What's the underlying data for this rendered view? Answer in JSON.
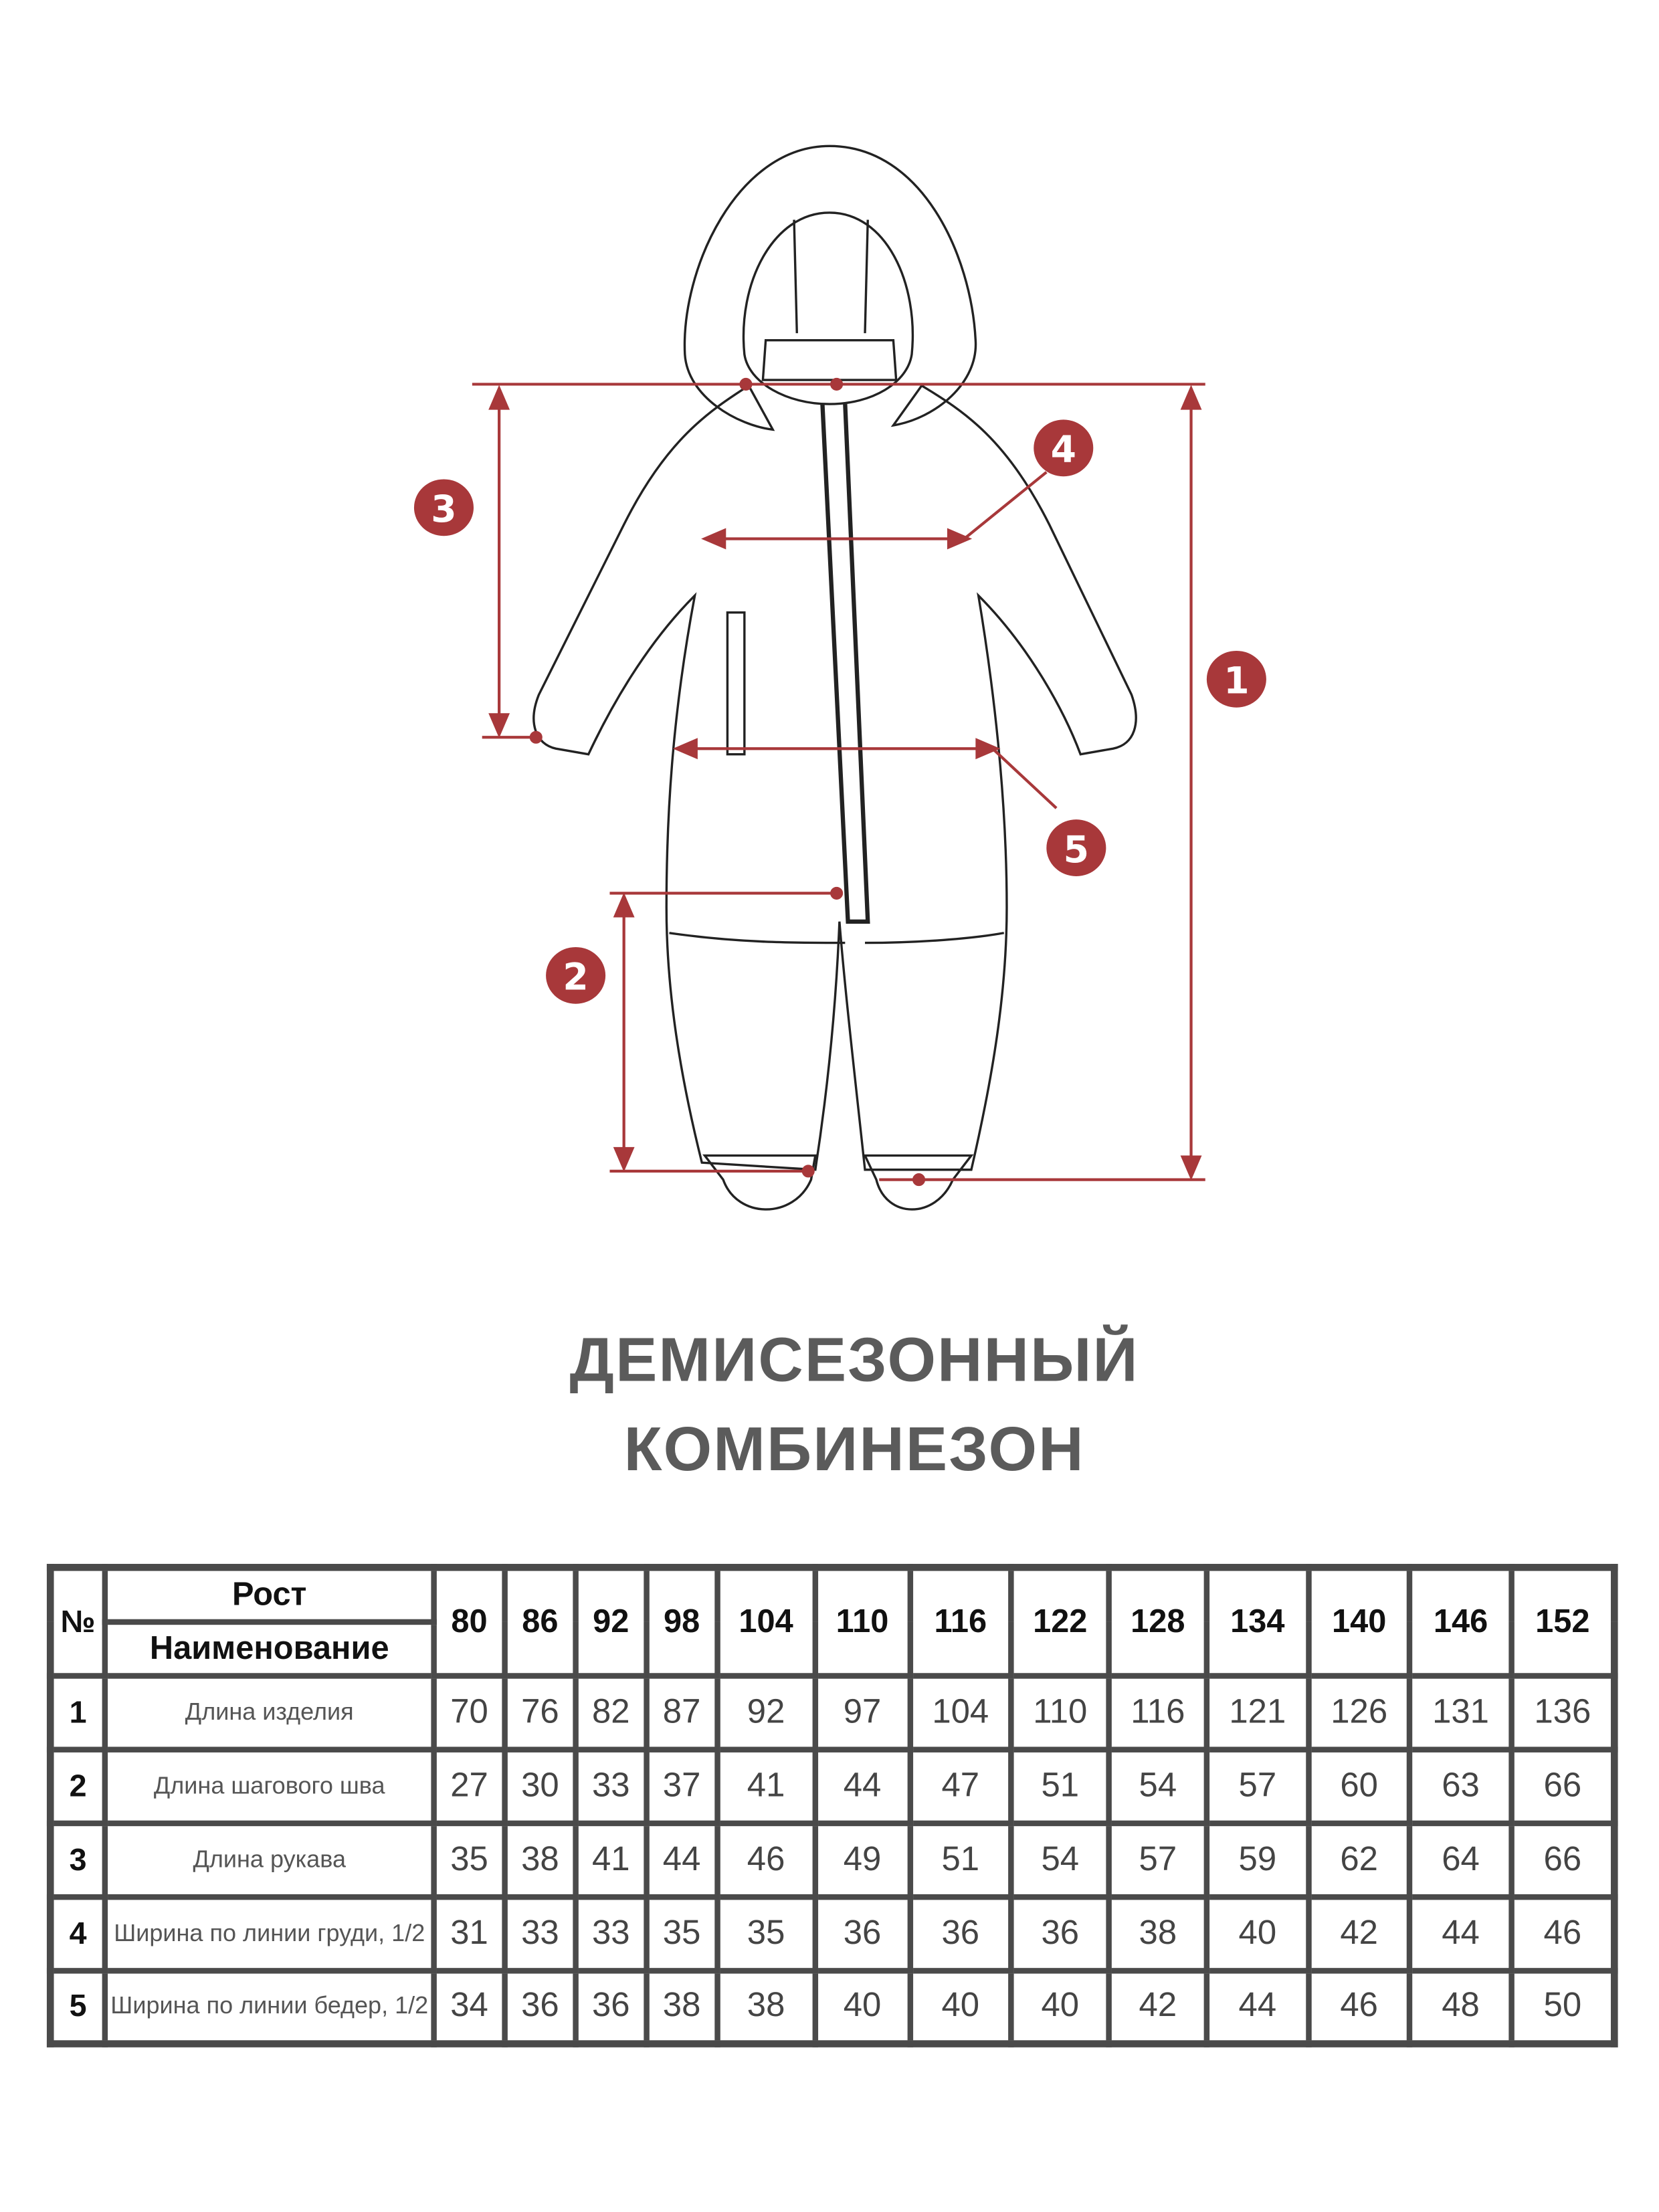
{
  "title": {
    "line1": "ДЕМИСЕЗОННЫЙ",
    "line2": "КОМБИНЕЗОН"
  },
  "callouts": [
    "1",
    "2",
    "3",
    "4",
    "5"
  ],
  "colors": {
    "accent": "#a8383a",
    "border": "#4a4a4a",
    "title": "#5b5b5b"
  },
  "table": {
    "no_header": "№",
    "height_header": "Рост",
    "name_header": "Наименование",
    "sizes": [
      "80",
      "86",
      "92",
      "98",
      "104",
      "110",
      "116",
      "122",
      "128",
      "134",
      "140",
      "146",
      "152"
    ],
    "rows": [
      {
        "no": "1",
        "name": "Длина изделия",
        "values": [
          "70",
          "76",
          "82",
          "87",
          "92",
          "97",
          "104",
          "110",
          "116",
          "121",
          "126",
          "131",
          "136"
        ]
      },
      {
        "no": "2",
        "name": "Длина шагового шва",
        "values": [
          "27",
          "30",
          "33",
          "37",
          "41",
          "44",
          "47",
          "51",
          "54",
          "57",
          "60",
          "63",
          "66"
        ]
      },
      {
        "no": "3",
        "name": "Длина рукава",
        "values": [
          "35",
          "38",
          "41",
          "44",
          "46",
          "49",
          "51",
          "54",
          "57",
          "59",
          "62",
          "64",
          "66"
        ]
      },
      {
        "no": "4",
        "name": "Ширина по линии груди, 1/2",
        "values": [
          "31",
          "33",
          "33",
          "35",
          "35",
          "36",
          "36",
          "36",
          "38",
          "40",
          "42",
          "44",
          "46"
        ]
      },
      {
        "no": "5",
        "name": "Ширина по линии бедер, 1/2",
        "values": [
          "34",
          "36",
          "36",
          "38",
          "38",
          "40",
          "40",
          "40",
          "42",
          "44",
          "46",
          "48",
          "50"
        ]
      }
    ]
  }
}
